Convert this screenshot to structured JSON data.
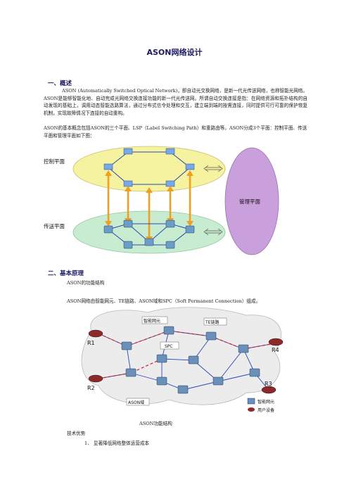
{
  "doc": {
    "title": "ASON网络设计",
    "sec1_heading": "一、概述",
    "sec1_para": "ASON (Automatically Switched Optical Network)，即自动光交换网络，是新一代光传送网络，也称智能光网络。ASON是能够智能化地、自动完成光网络交换连接功能的新一代光传送网。所谓自动交换连接是指：在网络资源和拓扑结构的自动发现的基础上，调用动态智能选路算法，通过分布式信令处理和交互，建立端到端的按需连接，同时提供可行可靠的保护恢复机制，实现故障情况下连接的自动重构。",
    "sec1_para2": "ASON的基本概念包括ASON的三个平面、LSP（Label Switching Path）和重路由等。ASON分成3个平面：控制平面、传送平面和管理平面如下图：",
    "sec2_heading": "二、基本原理",
    "func_struct": "ASON的功能结构",
    "composition": "ASON网络由智能网元、TE链路、ASON域和SPC（Soft Permanent Connection）组成。",
    "fig2_caption": "ASON功能结构",
    "tech_adv": "技术优势",
    "item1": "1、 显著降低网络整体运营成本"
  },
  "fig1": {
    "control_plane": "控制平面",
    "transport_plane": "传送平面",
    "management_plane": "管理平面"
  },
  "fig2": {
    "label_smart_ne": "智能网元",
    "label_te_link": "TE链路",
    "label_spc": "SPC",
    "label_ason_domain": "ASON域",
    "legend_smart_ne": "智能网元",
    "legend_user_device": "用户设备",
    "r1": "R1",
    "r2": "R2",
    "r3": "R3",
    "r4": "R4"
  },
  "colors": {
    "control_plane_fill": "#f5f2a0",
    "transport_plane_fill": "#c8ecd0",
    "management_plane_fill": "#c9a0dc",
    "arrow_orange": "#f0a020",
    "link_blue": "#2848b8",
    "spc_red": "#d02020"
  }
}
